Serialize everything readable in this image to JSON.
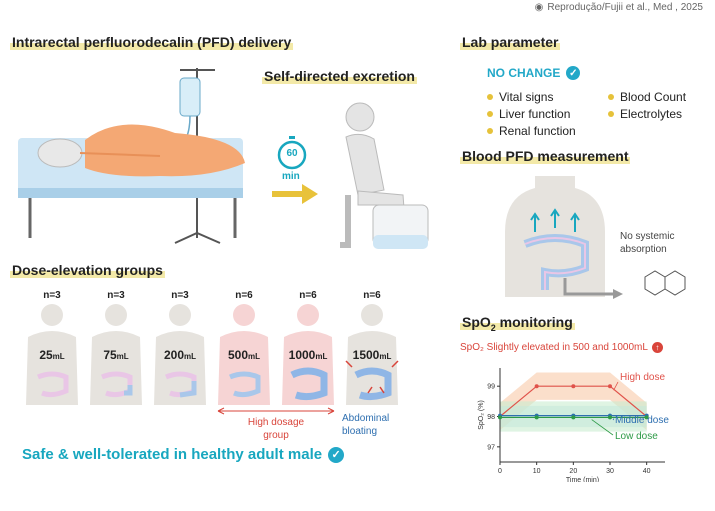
{
  "credit": "Reprodução/Fujii et al., Med , 2025",
  "delivery": {
    "title": "Intrarectal perfluorodecalin (PFD) delivery"
  },
  "excretion": {
    "title": "Self-directed excretion",
    "timer_value": "60",
    "timer_unit": "min"
  },
  "dose": {
    "title": "Dose-elevation groups",
    "groups": [
      {
        "n": "n=3",
        "amount": "25",
        "unit": "mL"
      },
      {
        "n": "n=3",
        "amount": "75",
        "unit": "mL"
      },
      {
        "n": "n=3",
        "amount": "200",
        "unit": "mL"
      },
      {
        "n": "n=6",
        "amount": "500",
        "unit": "mL"
      },
      {
        "n": "n=6",
        "amount": "1000",
        "unit": "mL"
      },
      {
        "n": "n=6",
        "amount": "1500",
        "unit": "mL"
      }
    ],
    "high_dosage_label": "High dosage group",
    "bloating_label": "Abdominal bloating"
  },
  "safe_text": "Safe & well-tolerated in healthy adult male",
  "lab": {
    "title": "Lab parameter",
    "no_change": "NO CHANGE",
    "items_left": [
      "Vital signs",
      "Liver function",
      "Renal function"
    ],
    "items_right": [
      "Blood Count",
      "Electrolytes"
    ]
  },
  "blood": {
    "title": "Blood PFD measurement",
    "note": "No systemic absorption"
  },
  "spo2": {
    "title_main": "SpO",
    "title_sub": "2",
    "title_rest": " monitoring",
    "note": "SpO₂ Slightly elevated in 500 and 1000mL"
  },
  "chart_data": {
    "type": "line",
    "title": "",
    "xlabel": "Time (min)",
    "ylabel": "SpO₂ (%)",
    "x_ticks": [
      0,
      10,
      20,
      30,
      40
    ],
    "y_ticks": [
      97,
      98,
      99
    ],
    "xlim": [
      0,
      45
    ],
    "ylim": [
      96.5,
      99.6
    ],
    "series": [
      {
        "name": "High dose",
        "color": "#e0524a",
        "x": [
          0,
          10,
          20,
          30,
          40
        ],
        "y": [
          98.0,
          99.0,
          99.0,
          99.0,
          98.0
        ]
      },
      {
        "name": "Middle dose",
        "color": "#2e6fb0",
        "x": [
          0,
          10,
          20,
          30,
          40
        ],
        "y": [
          98.0,
          98.0,
          98.0,
          98.0,
          98.0
        ]
      },
      {
        "name": "Low dose",
        "color": "#2d9a46",
        "x": [
          0,
          10,
          20,
          30,
          40
        ],
        "y": [
          98.0,
          98.0,
          98.0,
          98.0,
          98.0
        ]
      }
    ]
  }
}
